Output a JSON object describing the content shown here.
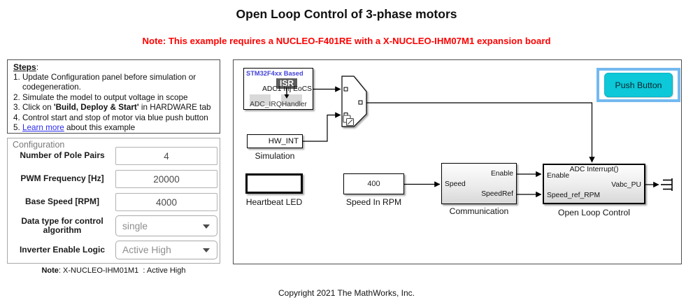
{
  "header": {
    "title": "Open Loop Control of 3-phase motors",
    "note": "Note: This example requires a NUCLEO-F401RE with a X-NUCLEO-IHM07M1 expansion board"
  },
  "steps": {
    "heading": "Steps",
    "heading_suffix": ":",
    "item1": "1. Update Configuration panel before simulation or\n    codegeneration.",
    "item2": "2. Simulate the model to output voltage in scope",
    "item3_pre": "3. Click on ",
    "item3_bold": "'Build, Deploy & Start'",
    "item3_post": " in HARDWARE tab",
    "item4": "4. Control start and stop of motor via blue push button",
    "item5_pre": "5. ",
    "item5_link": "Learn more",
    "item5_post": " about this example"
  },
  "config": {
    "title": "Configuration",
    "rows": [
      {
        "label": "Number of Pole Pairs",
        "value": "4"
      },
      {
        "label": "PWM Frequency [Hz]",
        "value": "20000"
      },
      {
        "label": "Base Speed [RPM]",
        "value": "4000"
      },
      {
        "label": "Data type for control algorithm",
        "value": "single"
      },
      {
        "label": "Inverter Enable Logic",
        "value": "Active High"
      }
    ],
    "note_bold": "Note",
    "note_rest": ": X-NUCLEO-IHM01M1  : Active High"
  },
  "diagram": {
    "adc": {
      "header": "STM32F4xx Based",
      "badge": "ISR",
      "signal": "ADC1 Inj EoCS",
      "footer": "ADC_IRQHandler"
    },
    "hw_int": {
      "text": "HW_INT",
      "label": "Simulation"
    },
    "heartbeat": {
      "label": "Heartbeat LED"
    },
    "speed_const": {
      "value": "400",
      "label": "Speed In RPM"
    },
    "communication": {
      "port_in": "Speed",
      "port_out_top": "Enable",
      "port_out_bottom": "SpeedRef",
      "label": "Communication"
    },
    "open_loop": {
      "port_top": "ADC Interrupt()",
      "port_in_top": "Enable",
      "port_in_bottom": "Speed_ref_RPM",
      "port_out": "Vabc_PU",
      "label": "Open Loop Control"
    },
    "push_button": {
      "label": "Push Button"
    }
  },
  "colors": {
    "accent_cyan": "#0cc8d8",
    "selection_blue": "#74b9f0",
    "link_blue": "#2b2bee",
    "note_red": "#ff0000"
  },
  "footer": {
    "copyright": "Copyright 2021 The MathWorks, Inc."
  }
}
